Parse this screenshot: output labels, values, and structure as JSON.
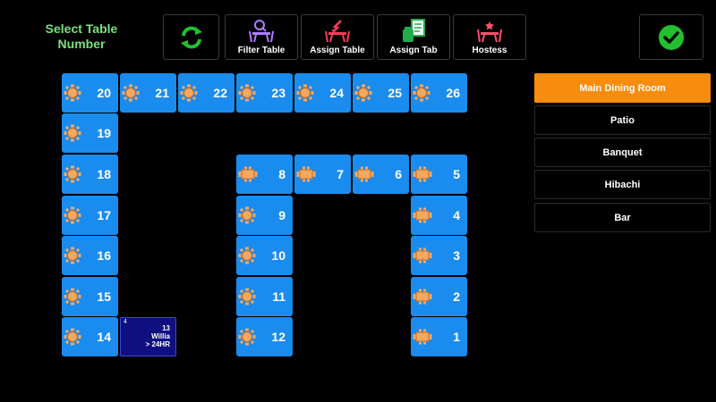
{
  "header": {
    "title_line1": "Select Table",
    "title_line2": "Number",
    "filter_label": "Filter Table",
    "assign_table_label": "Assign Table",
    "assign_tab_label": "Assign Tab",
    "hostess_label": "Hostess"
  },
  "tables": {
    "t20": "20",
    "t21": "21",
    "t22": "22",
    "t23": "23",
    "t24": "24",
    "t25": "25",
    "t26": "26",
    "t19": "19",
    "t18": "18",
    "t17": "17",
    "t16": "16",
    "t15": "15",
    "t14": "14",
    "t8": "8",
    "t9": "9",
    "t10": "10",
    "t11": "11",
    "t12": "12",
    "t7": "7",
    "t6": "6",
    "t5": "5",
    "t4": "4",
    "t3": "3",
    "t2": "2",
    "t1": "1"
  },
  "occupied": {
    "guests": "4",
    "table_number": "13",
    "server": "Willia",
    "duration": "> 24HR"
  },
  "rooms": [
    "Main Dining Room",
    "Patio",
    "Banquet",
    "Hibachi",
    "Bar"
  ],
  "colors": {
    "table_blue": "#1a8cf0",
    "occupied_navy": "#0f0f82",
    "active_room": "#f78c0f",
    "title_green": "#7be07b",
    "refresh_green": "#22c02e"
  },
  "icons": {
    "refresh": "refresh-icon",
    "filter": "filter-table-icon",
    "assign_table": "assign-table-icon",
    "assign_tab": "assign-tab-icon",
    "hostess": "hostess-icon",
    "confirm": "checkmark-icon",
    "table_round": "round-table-icon",
    "table_rect": "rect-table-icon"
  }
}
